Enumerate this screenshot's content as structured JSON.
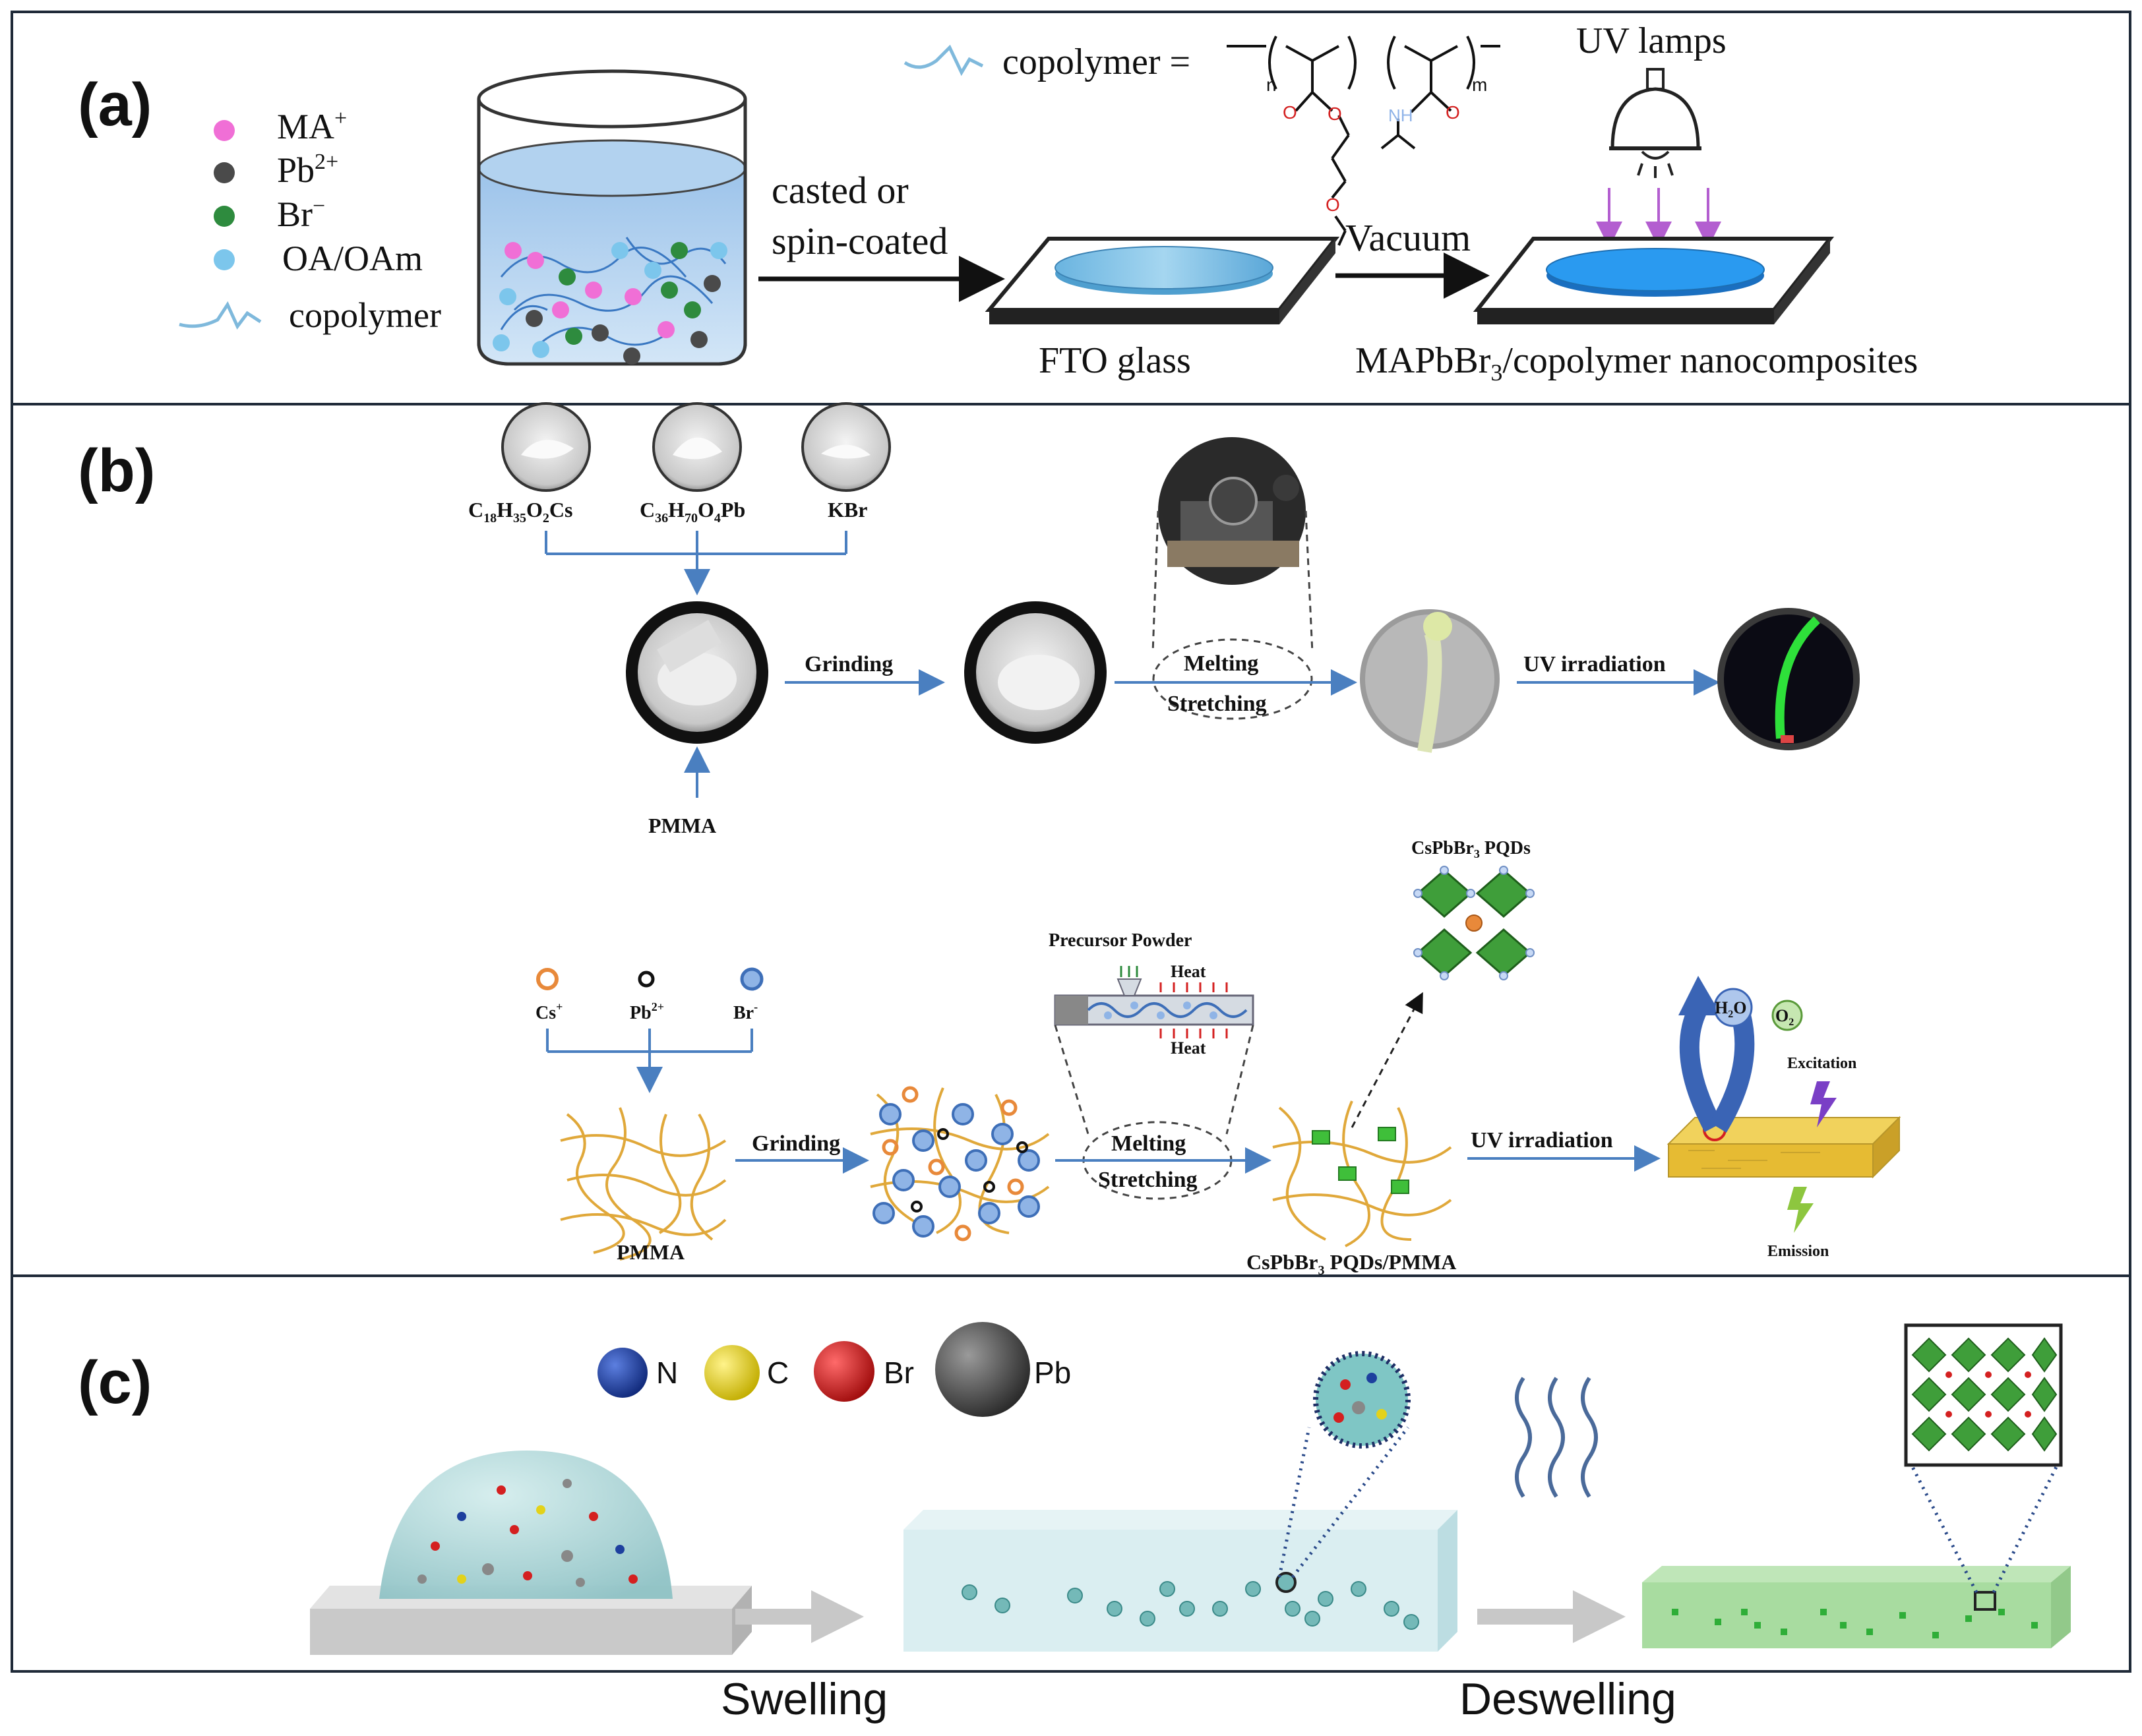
{
  "panels": {
    "a": {
      "label": "(a)",
      "legend": [
        {
          "main": "MA",
          "sup": "+",
          "color": "#f06fd6"
        },
        {
          "main": "Pb",
          "sup": "2+",
          "color": "#4a4a4a"
        },
        {
          "main": "Br",
          "sup": "−",
          "color": "#2e8b3e"
        },
        {
          "main": "OA/OAm",
          "sup": "",
          "color": "#7cc6ec"
        },
        {
          "main": "copolymer",
          "sup": "",
          "color": "#7fb9dc"
        }
      ],
      "copolymer_eq": "copolymer =",
      "sub_n": "n",
      "sub_m": "m",
      "atom_O": "O",
      "atom_NH": "NH",
      "step1_line1": "casted or",
      "step1_line2": "spin-coated",
      "step2": "Vacuum",
      "uv_lamps": "UV lamps",
      "fto_glass": "FTO glass",
      "product": {
        "a": "MAPbBr",
        "sub": "3",
        "b": "/copolymer nanocomposites"
      }
    },
    "b": {
      "label": "(b)",
      "reagent1": {
        "a": "C",
        "s1": "18",
        "b": "H",
        "s2": "35",
        "c": "O",
        "s3": "2",
        "d": "Cs"
      },
      "reagent2": {
        "a": "C",
        "s1": "36",
        "b": "H",
        "s2": "70",
        "c": "O",
        "s3": "4",
        "d": "Pb"
      },
      "reagent3": "KBr",
      "pmma": "PMMA",
      "grinding": "Grinding",
      "melting": "Melting",
      "stretching": "Stretching",
      "uv_irradiation": "UV irradiation",
      "ion_cs": {
        "a": "Cs",
        "sup": "+"
      },
      "ion_pb": {
        "a": "Pb",
        "sup": "2+"
      },
      "ion_br": {
        "a": "Br",
        "sup": "-"
      },
      "precursor_powder": "Precursor Powder",
      "heat": "Heat",
      "pqds_title": {
        "a": "CsPbBr",
        "sub": "3",
        "b": " PQDs"
      },
      "composite": {
        "a": "CsPbBr",
        "sub": "3",
        "b": " PQDs/PMMA"
      },
      "h2o": {
        "a": "H",
        "sub": "2",
        "b": "O"
      },
      "o2": {
        "a": "O",
        "sub": "2"
      },
      "excitation": "Excitation",
      "emission": "Emission"
    },
    "c": {
      "label": "(c)",
      "legend": [
        {
          "symbol": "N",
          "color": "#1d3f9e"
        },
        {
          "symbol": "C",
          "color": "#e3d21a"
        },
        {
          "symbol": "Br",
          "color": "#d42020"
        },
        {
          "symbol": "Pb",
          "color": "#555555"
        }
      ],
      "swelling": "Swelling",
      "deswelling": "Deswelling"
    }
  }
}
